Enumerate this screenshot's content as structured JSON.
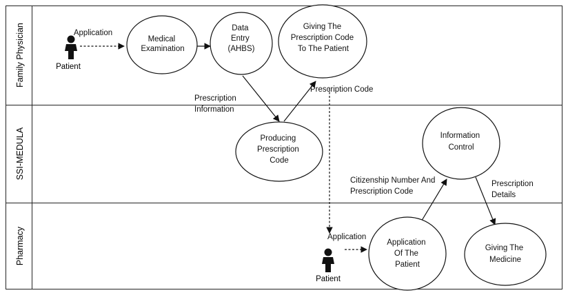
{
  "lanes": {
    "family_physician": "Family Physician",
    "ssi_medula": "SSI-MEDULA",
    "pharmacy": "Pharmacy"
  },
  "actors": {
    "patient_top": "Patient",
    "patient_bottom": "Patient"
  },
  "nodes": {
    "medical_examination": [
      "Medical",
      "Examination"
    ],
    "data_entry": [
      "Data",
      "Entry",
      "(AHBS)"
    ],
    "giving_code": [
      "Giving The",
      "Prescription Code",
      "To The Patient"
    ],
    "producing_code": [
      "Producing",
      "Prescription",
      "Code"
    ],
    "information_control": [
      "Information",
      "Control"
    ],
    "application_patient": [
      "Application",
      "Of The",
      "Patient"
    ],
    "giving_medicine": [
      "Giving The",
      "Medicine"
    ]
  },
  "edge_labels": {
    "application_top": "Application",
    "prescription_information": [
      "Prescription",
      "Information"
    ],
    "prescription_code": "Prescription Code",
    "application_bottom": "Application",
    "citizenship": [
      "Citizenship Number And",
      "Prescription Code"
    ],
    "prescription_details": [
      "Prescription",
      "Details"
    ]
  }
}
